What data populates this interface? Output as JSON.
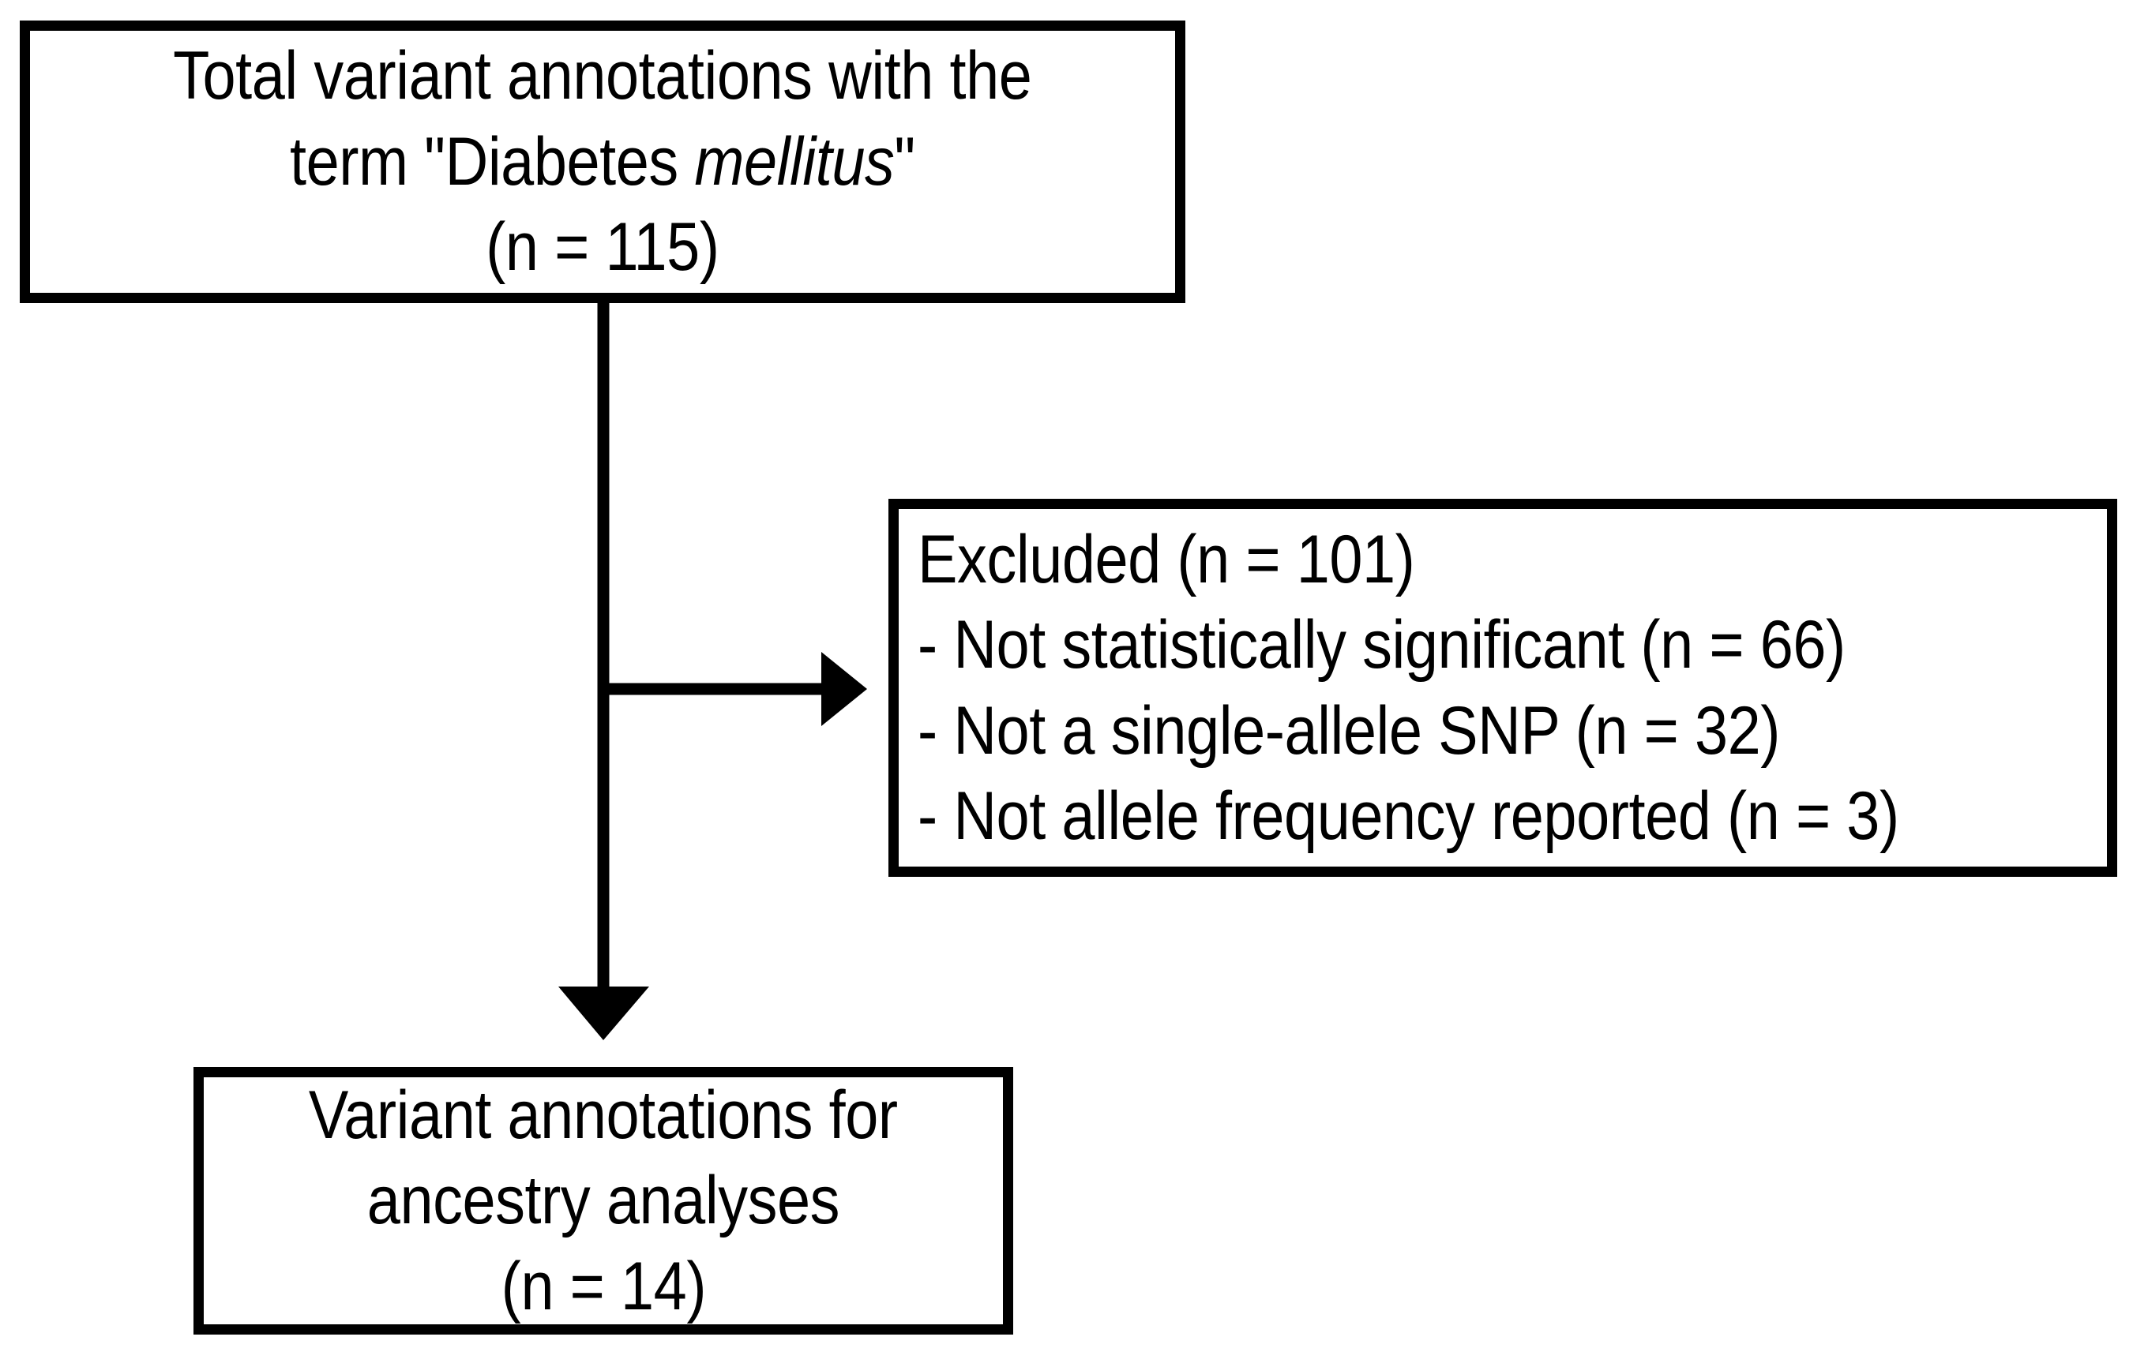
{
  "figure": {
    "type": "flowchart",
    "orientation": "top-to-bottom with one side branch",
    "background_color": "#ffffff",
    "line_color": "#000000",
    "text_color": "#000000"
  },
  "boxes": {
    "source": {
      "id": "source-box",
      "role": "starting population",
      "lines": [
        "Total variant annotations with the",
        "term \"Diabetes ",
        "(n = 115)"
      ],
      "line_2_prefix": "term \"Diabetes ",
      "line_2_italic": "mellitus",
      "line_2_suffix": "\"",
      "count_label": "(n = 115)",
      "count": 115,
      "align": "center"
    },
    "excluded": {
      "id": "excluded-box",
      "role": "exclusions",
      "heading": "Excluded (n = 101)",
      "count": 101,
      "reasons": [
        "- Not statistically significant (n = 66)",
        "- Not a single-allele SNP (n = 32)",
        "- Not allele frequency reported (n = 3)"
      ],
      "reason_counts": [
        66,
        32,
        3
      ],
      "align": "left"
    },
    "result": {
      "id": "result-box",
      "role": "final analysed set",
      "lines": [
        "Variant annotations for",
        "ancestry analyses",
        "(n = 14)"
      ],
      "count_label": "(n = 14)",
      "count": 14,
      "align": "center"
    }
  },
  "connectors": {
    "stem": {
      "name": "vertical-stem",
      "from": "source",
      "to": "result"
    },
    "branch": {
      "name": "horizontal-branch-arrow",
      "from": "stem",
      "to": "excluded",
      "direction": "right"
    },
    "terminal": {
      "name": "down-arrow",
      "from": "stem",
      "to": "result",
      "direction": "down"
    }
  }
}
